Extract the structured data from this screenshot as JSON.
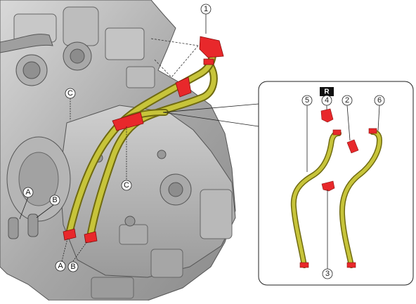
{
  "callouts": {
    "c1": "1",
    "c2": "2",
    "c3": "3",
    "c4": "4",
    "c5": "5",
    "c6": "6"
  },
  "letters": {
    "a": "A",
    "b": "B",
    "c": "C"
  },
  "inset": {
    "badge": "R"
  },
  "colors": {
    "hose": "#b8b52a",
    "hose_dark": "#6f6a10",
    "clamp": "#e8282b",
    "engine": "#b9b9b9",
    "engine_dark": "#6e6e6e",
    "line": "#222222"
  }
}
